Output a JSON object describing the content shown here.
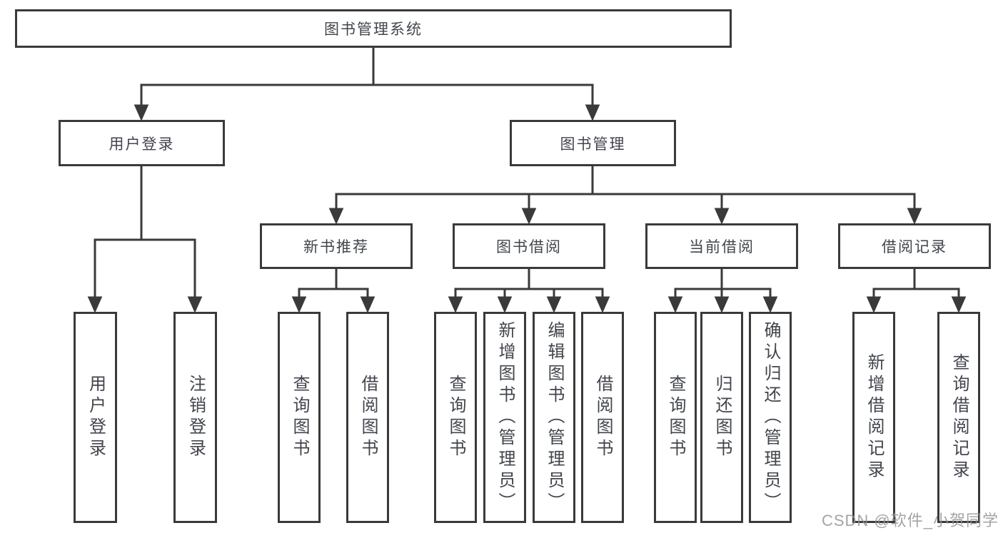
{
  "diagram_type": "tree",
  "colors": {
    "line": "#3a3a3a",
    "box_border": "#3a3a3a",
    "text": "#41454c",
    "background": "#ffffff",
    "watermark": "#949494"
  },
  "tree": {
    "root": {
      "label": "图书管理系统"
    },
    "branches": [
      {
        "label": "用户登录",
        "children": [
          {
            "label": "用户登录"
          },
          {
            "label": "注销登录"
          }
        ]
      },
      {
        "label": "图书管理",
        "children": [
          {
            "label": "新书推荐",
            "children": [
              {
                "label": "查询图书"
              },
              {
                "label": "借阅图书"
              }
            ]
          },
          {
            "label": "图书借阅",
            "children": [
              {
                "label": "查询图书"
              },
              {
                "label": "新增图书（管理员）"
              },
              {
                "label": "编辑图书（管理员）"
              },
              {
                "label": "借阅图书"
              }
            ]
          },
          {
            "label": "当前借阅",
            "children": [
              {
                "label": "查询图书"
              },
              {
                "label": "归还图书"
              },
              {
                "label": "确认归还（管理员）"
              }
            ]
          },
          {
            "label": "借阅记录",
            "children": [
              {
                "label": "新增借阅记录"
              },
              {
                "label": "查询借阅记录"
              }
            ]
          }
        ]
      }
    ]
  },
  "watermark": "CSDN @软件_小贺同学"
}
